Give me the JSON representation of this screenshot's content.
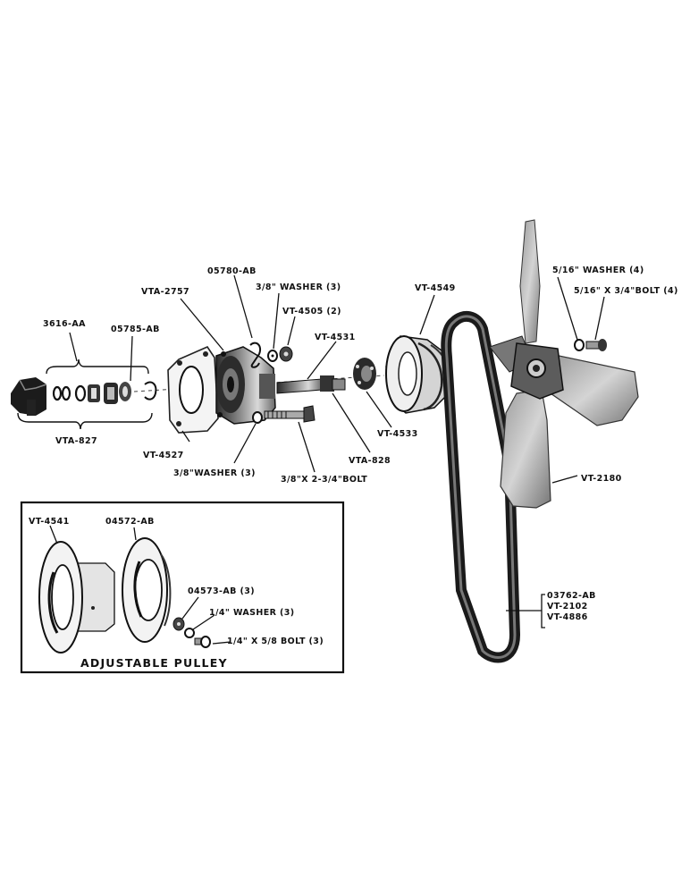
{
  "labels": {
    "p05780": "05780-AB",
    "vta2757": "VTA-2757",
    "washer38a": "3/8\" WASHER (3)",
    "vt4505": "VT-4505 (2)",
    "vt4531": "VT-4531",
    "p3616": "3616-AA",
    "p05785": "05785-AB",
    "vta827": "VTA-827",
    "vt4527": "VT-4527",
    "washer38b": "3/8\"WASHER (3)",
    "bolt38": "3/8\"X 2-3/4\"BOLT",
    "vta828": "VTA-828",
    "vt4533": "VT-4533",
    "vt4549": "VT-4549",
    "washer516": "5/16\" WASHER (4)",
    "bolt516": "5/16\" X 3/4\"BOLT (4)",
    "vt2180": "VT-2180",
    "belt1": "03762-AB",
    "belt2": "VT-2102",
    "belt3": "VT-4886",
    "vt4541": "VT-4541",
    "p04572": "04572-AB",
    "p04573": "04573-AB (3)",
    "washer14": "1/4\" WASHER (3)",
    "bolt14": "1/4\" X 5/8 BOLT (3)"
  },
  "inset": {
    "title": "ADJUSTABLE PULLEY"
  }
}
